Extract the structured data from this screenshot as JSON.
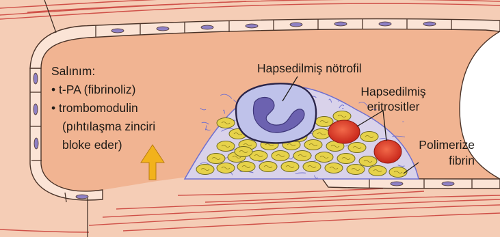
{
  "release": {
    "heading": "Salınım:",
    "items": [
      "t-PA (fibrinoliz)",
      "trombomodulin",
      "(pıhtılaşma zinciri",
      "bloke eder)"
    ]
  },
  "labels": {
    "neutrophil": "Hapsedilmiş nötrofil",
    "erythrocytes_line1": "Hapsedilmiş",
    "erythrocytes_line2": "eritrositler",
    "fibrin_line1": "Polimerize",
    "fibrin_line2": "fibrin"
  },
  "colors": {
    "lumen": "#f1b492",
    "endothelium": "#fbe4d6",
    "cell_outline": "#4a3328",
    "nucleus": "#8e80c4",
    "vessel_wall": "#f3c7ae",
    "wall_fibers": "#cf5048",
    "platelets": "#e6d24a",
    "fibrin": "#6f6fcf",
    "erythrocyte": "#e23a24",
    "neutrophil_body": "#bfc2ea",
    "neutrophil_nucleus": "#6c62b0",
    "arrow": "#f2b21c"
  }
}
